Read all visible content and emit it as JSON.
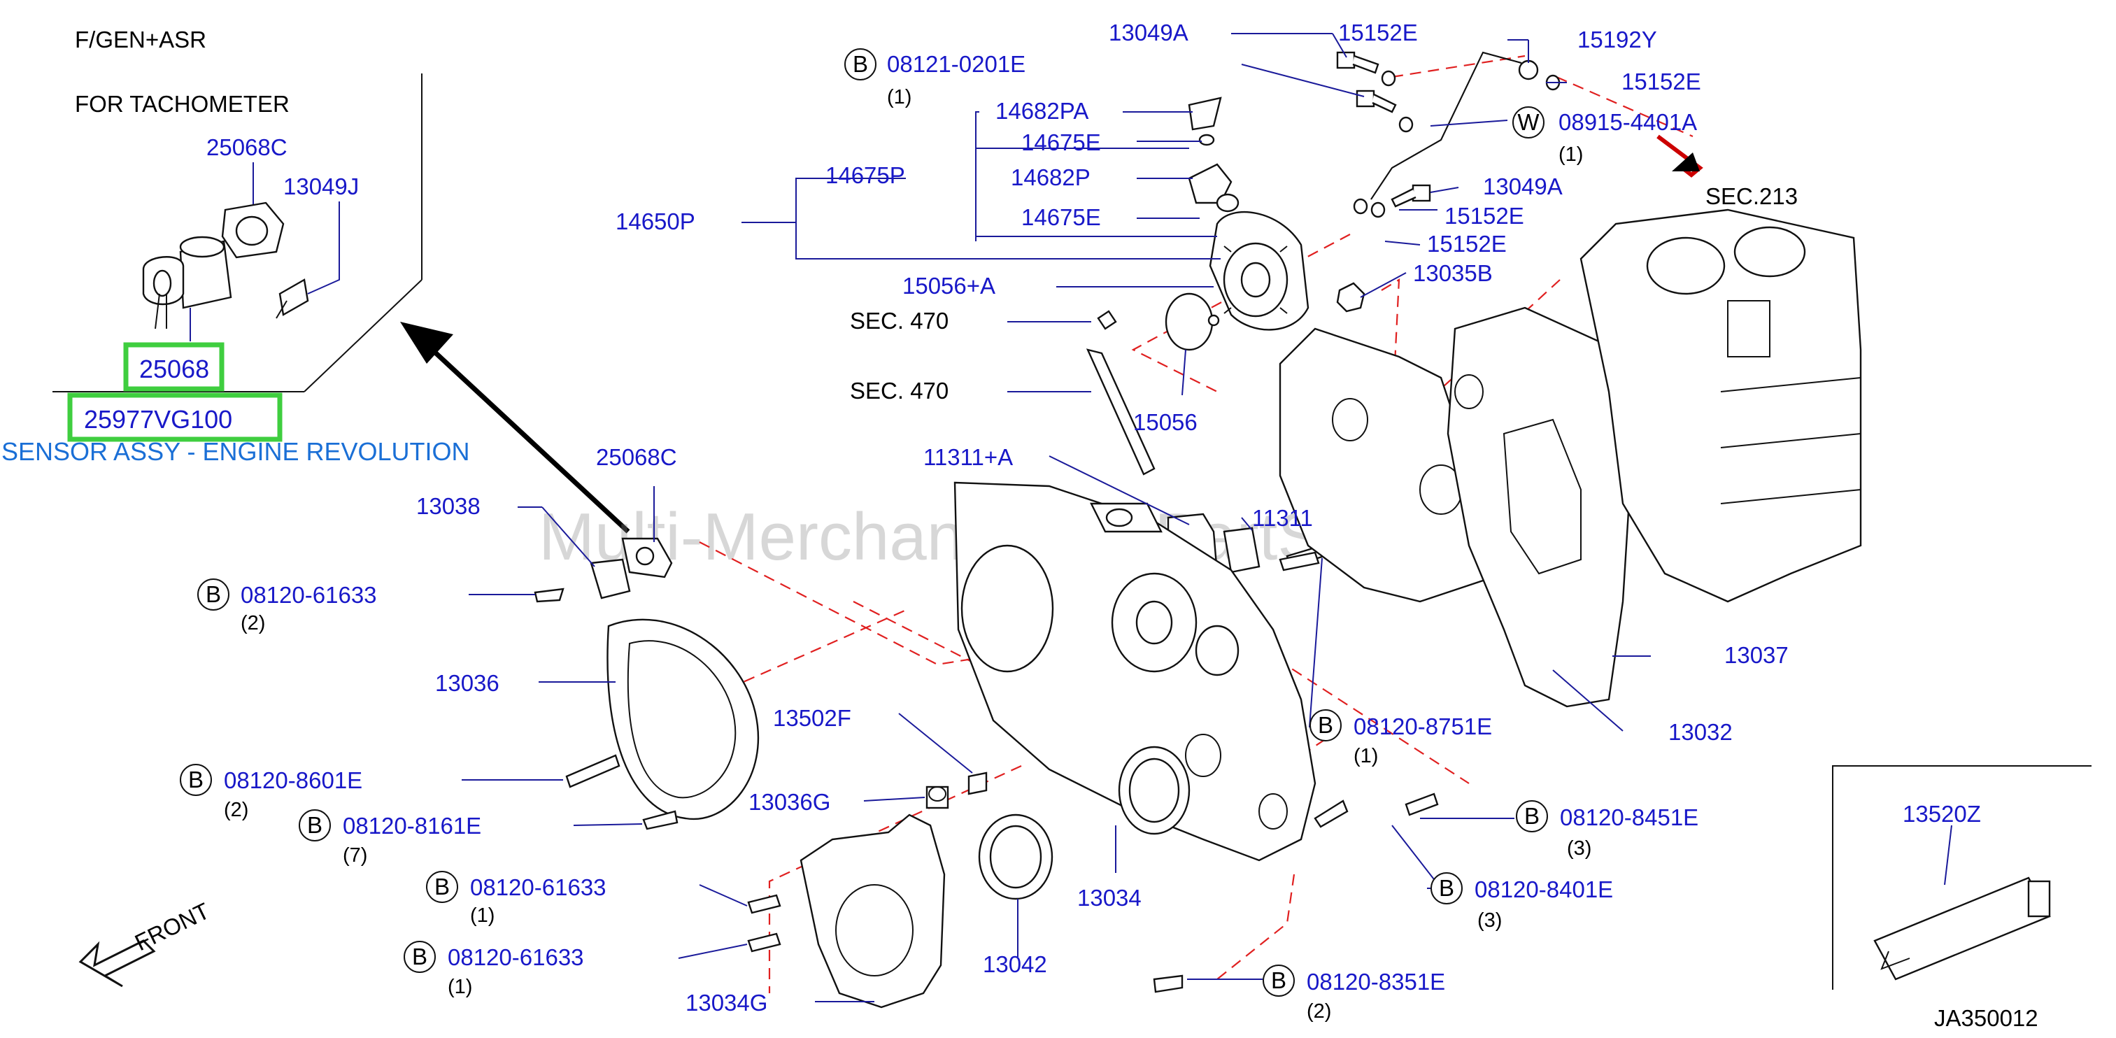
{
  "header": {
    "variant": "F/GEN+ASR",
    "note": "FOR  TACHOMETER"
  },
  "watermark": "Multi-Merchant Auto PartStore",
  "diagram_code": "JA350012",
  "sec_refs": {
    "sec213": "SEC.213",
    "sec470a": "SEC.  470",
    "sec470b": "SEC.  470"
  },
  "front_label": "FRONT",
  "highlight": {
    "part": "25068",
    "part_no": "25977VG100",
    "desc": "SENSOR ASSY - ENGINE REVOLUTION"
  },
  "inset_labels": {
    "p25068c": "25068C",
    "p13049j": "13049J"
  },
  "labels": {
    "p13049A_top": "13049A",
    "p15152E_1": "15152E",
    "p15192Y": "15192Y",
    "p15152E_2": "15152E",
    "p08121": "08121-0201E",
    "q08121": "(1)",
    "p14682PA": "14682PA",
    "p14675E_1": "14675E",
    "p14682P": "14682P",
    "p14675E_2": "14675E",
    "p14675P": "14675P",
    "p14650P": "14650P",
    "p08915": "08915-4401A",
    "q08915": "(1)",
    "p13049A_mid": "13049A",
    "p15152E_3": "15152E",
    "p15152E_4": "15152E",
    "p13035B": "13035B",
    "p15056A": "15056+A",
    "p15056": "15056",
    "p11311A": "11311+A",
    "p11311": "11311",
    "p25068C": "25068C",
    "p13038": "13038",
    "p08120_61633_a": "08120-61633",
    "q08120_61633_a": "(2)",
    "p13036": "13036",
    "p13502F": "13502F",
    "p08120_8601E": "08120-8601E",
    "q08120_8601E": "(2)",
    "p08120_8161E": "08120-8161E",
    "q08120_8161E": "(7)",
    "p13036G": "13036G",
    "p08120_61633_b": "08120-61633",
    "q08120_61633_b": "(1)",
    "p08120_61633_c": "08120-61633",
    "q08120_61633_c": "(1)",
    "p13034G": "13034G",
    "p13042": "13042",
    "p13034": "13034",
    "p08120_8751E": "08120-8751E",
    "q08120_8751E": "(1)",
    "p08120_8451E": "08120-8451E",
    "q08120_8451E": "(3)",
    "p08120_8401E": "08120-8401E",
    "q08120_8401E": "(3)",
    "p08120_8351E": "08120-8351E",
    "q08120_8351E": "(2)",
    "p13037": "13037",
    "p13032": "13032",
    "p13520Z": "13520Z"
  },
  "badges": {
    "b": "B",
    "w": "W"
  },
  "colors": {
    "part_number": "#1818c8",
    "highlight": "#3fce3f",
    "dashed": "#e02020",
    "description": "#1a6fd6"
  }
}
